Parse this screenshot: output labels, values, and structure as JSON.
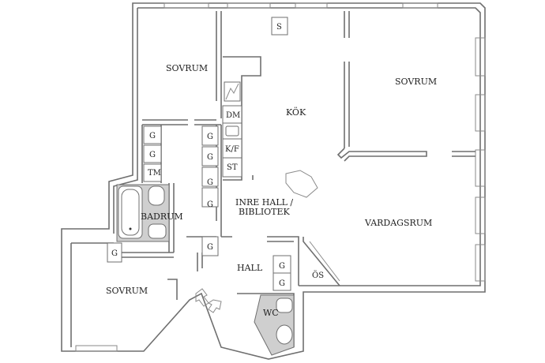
{
  "rooms": {
    "sovrum_top": "SOVRUM",
    "sovrum_right": "SOVRUM",
    "sovrum_bottom": "SOVRUM",
    "kok": "KÖK",
    "vardagsrum": "VARDAGSRUM",
    "inre_hall_line1": "INRE HALL /",
    "inre_hall_line2": "BIBLIOTEK",
    "hall": "HALL",
    "badrum": "BADRUM",
    "wc": "WC"
  },
  "fixtures": {
    "s": "S",
    "dm": "DM",
    "kf": "K/F",
    "st": "ST",
    "tm": "TM",
    "os": "ÖS",
    "g": "G"
  }
}
